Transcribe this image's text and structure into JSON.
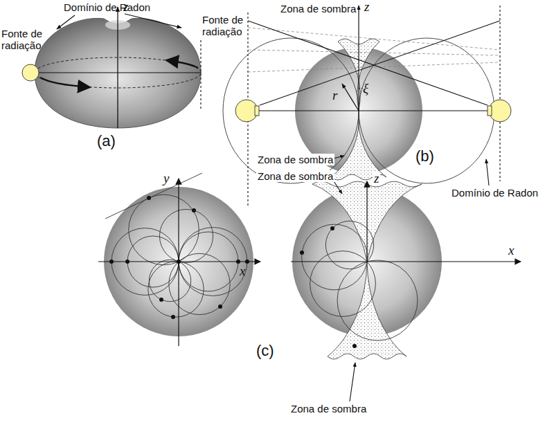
{
  "diagram": {
    "labels": [
      "Domínio de Radon",
      "Fonte de radiação",
      "z",
      "(a)",
      "Fonte de radiação",
      "Zona de sombra",
      "z",
      "r",
      "ξ",
      "Zona de sombra",
      "(b)",
      "Domínio de Radon",
      "y",
      "Zona de sombra",
      "z",
      "x",
      "x",
      "(c)",
      "Zona de sombra"
    ]
  }
}
